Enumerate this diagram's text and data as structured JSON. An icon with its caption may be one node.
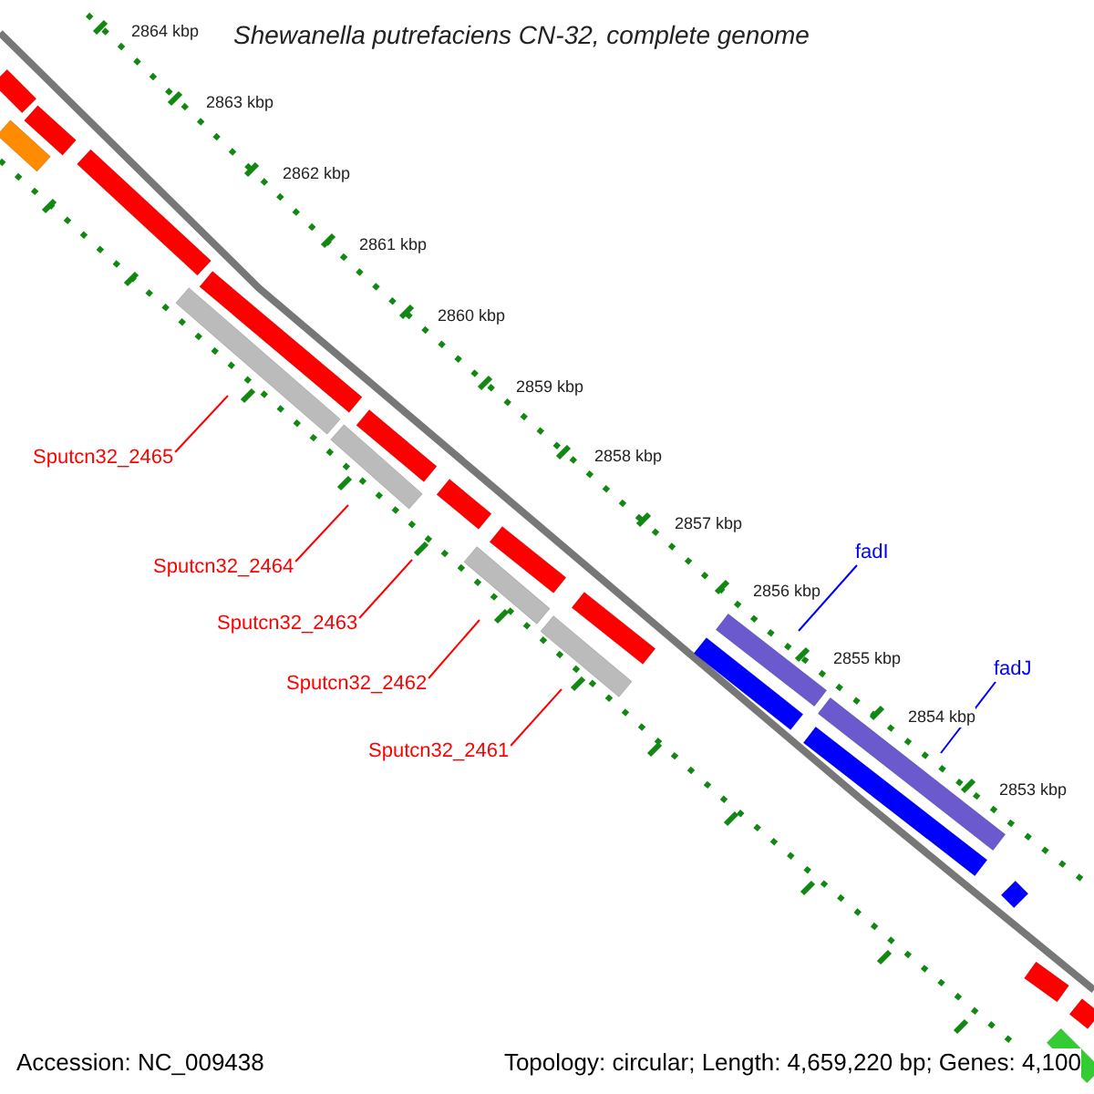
{
  "diagram": {
    "title": "Shewanella putrefaciens CN-32, complete genome",
    "nodes": [
      {
        "text": [
          "Sputcn32_2465"
        ]
      },
      {
        "text": [
          "Sputcn32_2464"
        ]
      },
      {
        "text": [
          "Sputcn32_2463"
        ]
      },
      {
        "text": [
          "Sputcn32_2462"
        ]
      },
      {
        "text": [
          "Sputcn32_2461"
        ]
      },
      {
        "text": [
          "fadI"
        ]
      },
      {
        "text": [
          "fadJ"
        ]
      }
    ],
    "edges": [
      {
        "from": 0,
        "to": null,
        "arrow": "none"
      },
      {
        "from": 1,
        "to": null,
        "arrow": "none"
      },
      {
        "from": 2,
        "to": null,
        "arrow": "none"
      },
      {
        "from": 3,
        "to": null,
        "arrow": "none"
      },
      {
        "from": 4,
        "to": null,
        "arrow": "none"
      },
      {
        "from": 5,
        "to": null,
        "arrow": "none",
        "color": "#0000ff"
      },
      {
        "from": 6,
        "to": null,
        "arrow": "none",
        "color": "#0000ff"
      }
    ],
    "labels": [
      "2864 kbp",
      "2863 kbp",
      "2862 kbp",
      "2861 kbp",
      "2860 kbp",
      "2859 kbp",
      "2858 kbp",
      "2857 kbp",
      "2856 kbp",
      "2855 kbp",
      "2854 kbp",
      "2853 kbp",
      "Accession: NC_009438",
      "Topology: circular; Length: 4,659,220 bp; Genes: 4,100"
    ]
  }
}
